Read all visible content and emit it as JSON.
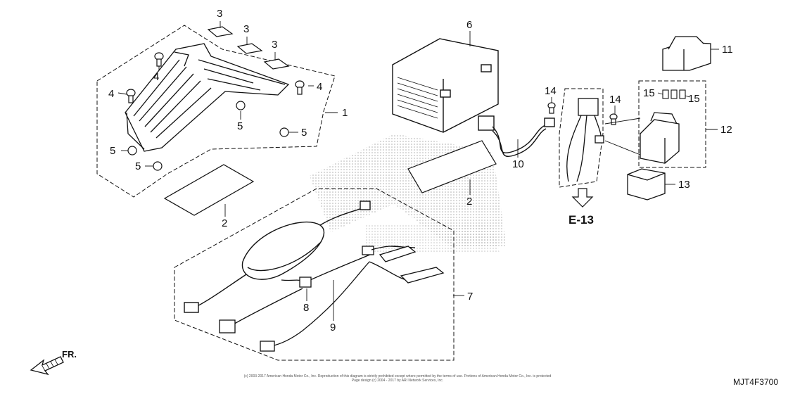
{
  "callouts": {
    "c1": "1",
    "c2a": "2",
    "c2b": "2",
    "c3a": "3",
    "c3b": "3",
    "c3c": "3",
    "c4a": "4",
    "c4b": "4",
    "c4c": "4",
    "c5a": "5",
    "c5b": "5",
    "c5c": "5",
    "c5d": "5",
    "c6": "6",
    "c7": "7",
    "c8": "8",
    "c9": "9",
    "c10": "10",
    "c11": "11",
    "c12": "12",
    "c13": "13",
    "c14a": "14",
    "c14b": "14",
    "c15a": "15",
    "c15b": "15"
  },
  "reference": "E-13",
  "direction": "FR.",
  "diagram_code": "MJT4F3700",
  "copyright_line1": "(c) 2003-2017 American Honda Motor Co., Inc. Reproduction of this diagram is strictly prohibited except where permitted by the terms of use. Portions of American Honda Motor Co., Inc. is protected",
  "copyright_line2": "Page design (c) 2004 - 2017 by ARI Network Services, Inc.",
  "colors": {
    "line": "#111111",
    "halftone": "#9a9a9a"
  }
}
